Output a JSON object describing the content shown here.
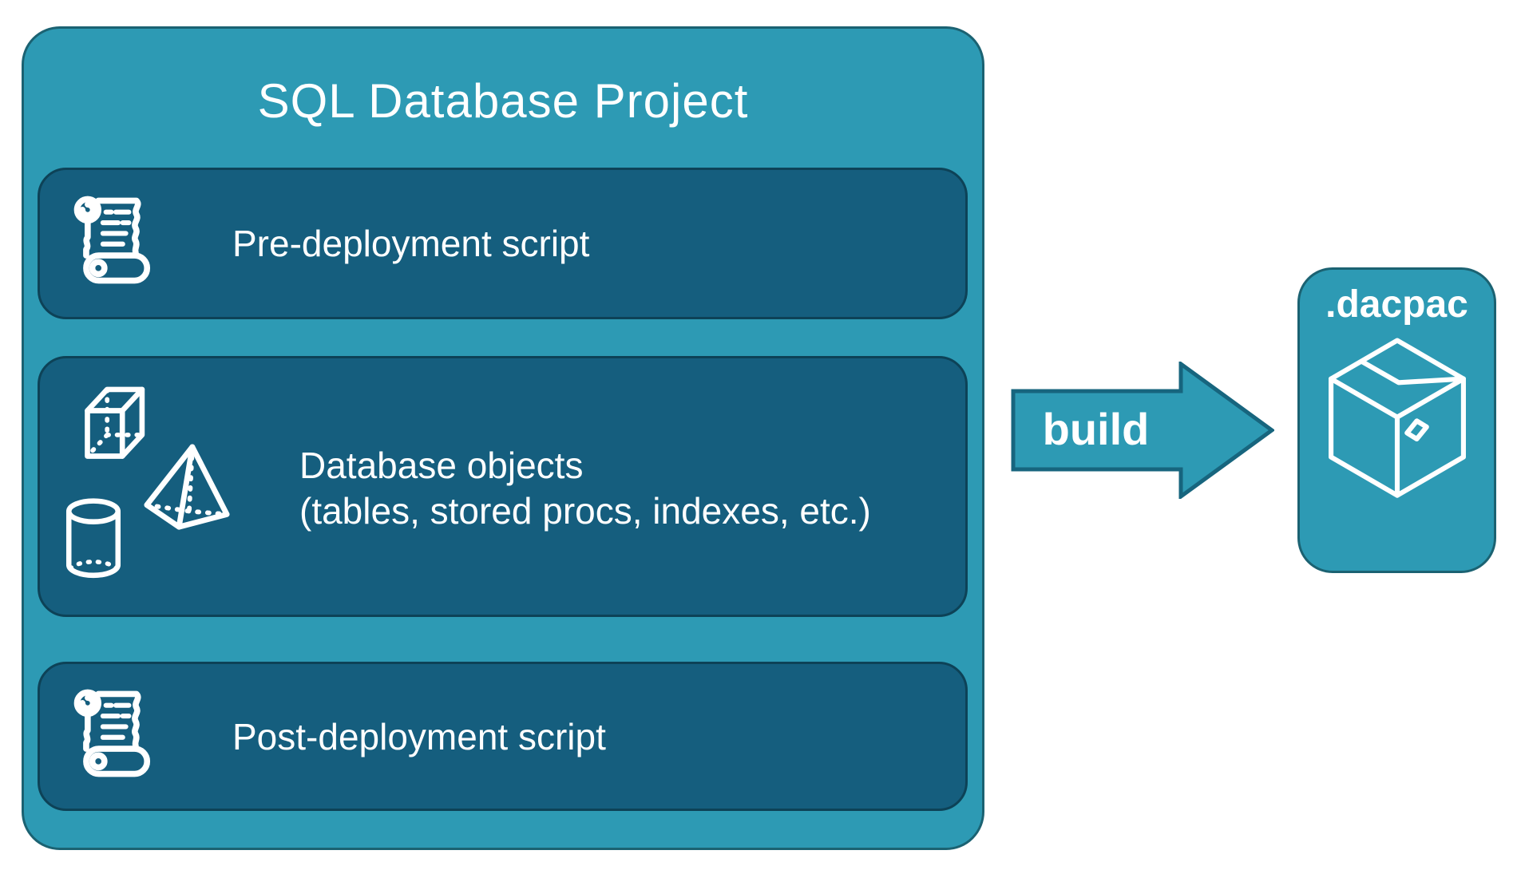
{
  "diagram": {
    "container": {
      "title": "SQL Database Project"
    },
    "rows": [
      {
        "label": "Pre-deployment script",
        "icon": "scroll-icon"
      },
      {
        "label_line1": "Database objects",
        "label_line2": "(tables, stored procs, indexes, etc.)",
        "icons": [
          "cube-icon",
          "pyramid-icon",
          "cylinder-icon"
        ]
      },
      {
        "label": "Post-deployment script",
        "icon": "scroll-icon"
      }
    ],
    "arrow": {
      "label": "build",
      "direction": "right"
    },
    "artifact": {
      "label": ".dacpac",
      "icon": "package-icon"
    }
  },
  "colors": {
    "container_fill": "#2d9ab4",
    "container_border": "#1b6272",
    "row_fill": "#155e7e",
    "row_border": "#0d4257",
    "arrow_fill": "#2d9ab4",
    "arrow_border": "#17657e",
    "text_color": "#ffffff"
  }
}
